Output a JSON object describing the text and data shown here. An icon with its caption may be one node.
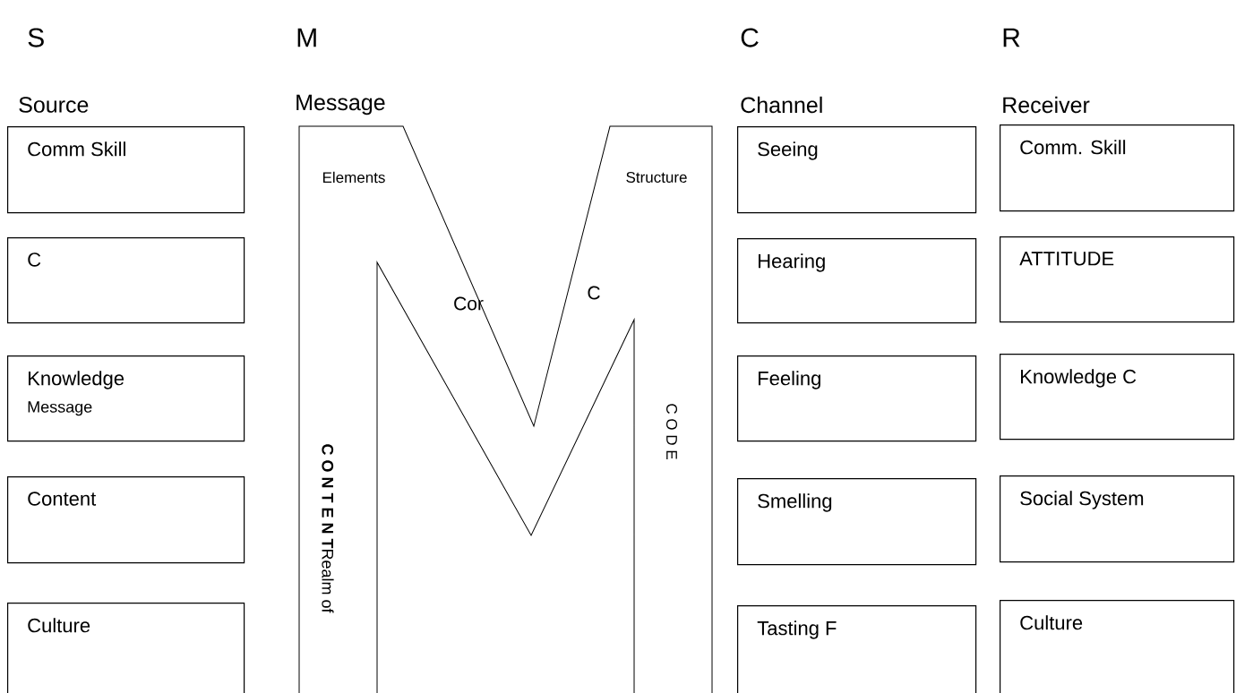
{
  "diagram": {
    "nodes": [
      {
        "text": [
          "Comm Skill"
        ]
      },
      {
        "text": [
          "C"
        ]
      },
      {
        "text": [
          "Knowledge",
          "Message"
        ]
      },
      {
        "text": [
          "Content"
        ]
      },
      {
        "text": [
          "Culture"
        ]
      },
      {
        "text": [
          "Elements",
          "Structure",
          "Cor",
          "C",
          "**C O N T E N T**Realm of",
          "C O D E"
        ]
      },
      {
        "text": [
          "Seeing"
        ]
      },
      {
        "text": [
          "Hearing"
        ]
      },
      {
        "text": [
          "Feeling"
        ]
      },
      {
        "text": [
          "Smelling"
        ]
      },
      {
        "text": [
          "Tasting F"
        ]
      },
      {
        "text": [
          "Comm. Skill"
        ]
      },
      {
        "text": [
          "ATTITUDE"
        ]
      },
      {
        "text": [
          "Knowledge C"
        ]
      },
      {
        "text": [
          "Social System"
        ]
      },
      {
        "text": [
          "Culture"
        ]
      }
    ],
    "edges": [],
    "labels": [
      "S",
      "M",
      "C",
      "R",
      "Source",
      "Message",
      "Channel",
      "Receiver"
    ]
  }
}
